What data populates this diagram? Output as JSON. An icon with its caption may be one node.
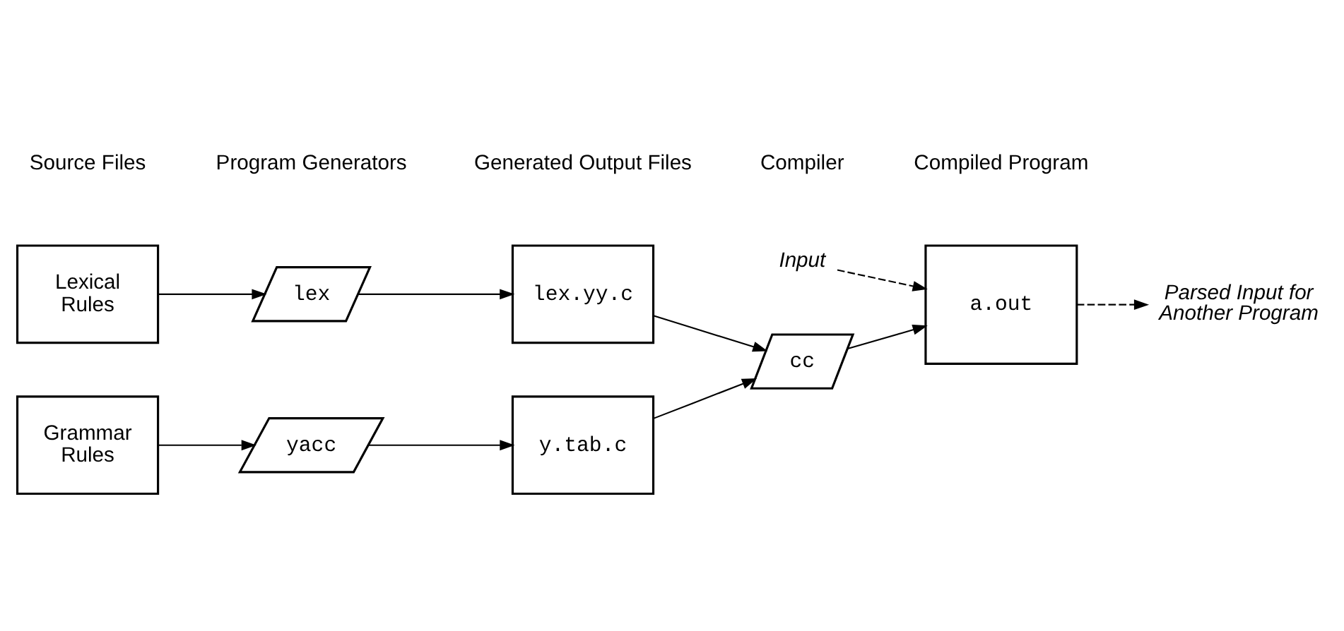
{
  "diagram": {
    "nodes": [
      {
        "text": [
          "Lexical Rules"
        ]
      },
      {
        "text": [
          "lex"
        ]
      },
      {
        "text": [
          "lex.yy.c"
        ]
      },
      {
        "text": [
          "Grammar Rules"
        ]
      },
      {
        "text": [
          "yacc"
        ]
      },
      {
        "text": [
          "y.tab.c"
        ]
      },
      {
        "text": [
          "cc"
        ]
      },
      {
        "text": [
          "a.out"
        ]
      },
      {
        "text": [
          "Input"
        ]
      },
      {
        "text": [
          "Parsed Input for Another Program"
        ]
      }
    ],
    "edges": [
      {
        "from": 0,
        "to": 1,
        "arrow": "to"
      },
      {
        "from": 1,
        "to": 2,
        "arrow": "to"
      },
      {
        "from": 2,
        "to": 6,
        "arrow": "to"
      },
      {
        "from": 3,
        "to": 4,
        "arrow": "to"
      },
      {
        "from": 4,
        "to": 5,
        "arrow": "to"
      },
      {
        "from": 5,
        "to": 6,
        "arrow": "to"
      },
      {
        "from": 6,
        "to": 7,
        "arrow": "to"
      },
      {
        "from": 8,
        "to": 7,
        "arrow": "to",
        "style": "dashed"
      },
      {
        "from": 7,
        "to": 9,
        "arrow": "to",
        "style": "dashed"
      }
    ],
    "labels": [
      "Source Files",
      "Program Generators",
      "Generated Output Files",
      "Compiler",
      "Compiled Program"
    ]
  }
}
